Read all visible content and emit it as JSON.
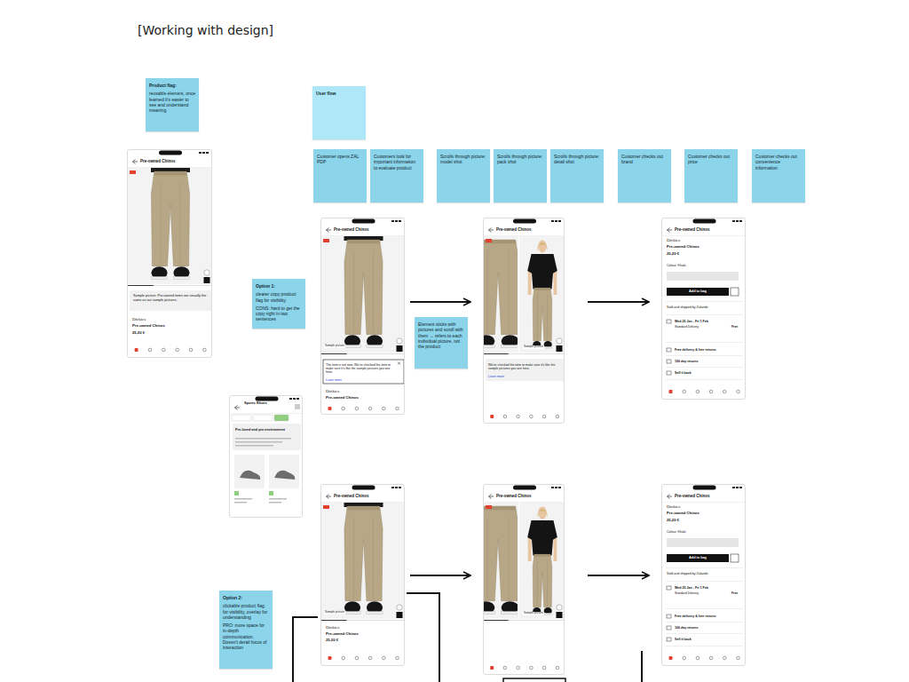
{
  "diagram": {
    "title": "[Working with design]",
    "nodes": [
      {
        "text": [
          "Product flag:",
          "reusable element, once learned it's easier to see and understand meaning"
        ]
      },
      {
        "text": [
          "Pre-owned Chinos",
          "Sample picture: Pre-owned items are visually the same as our sample pictures.",
          "Dickies",
          "Pre-owned Chinos",
          "25,20 €"
        ]
      },
      {
        "text": [
          "User flow"
        ]
      },
      {
        "text": [
          "Customer opens ZAL PDP"
        ]
      },
      {
        "text": [
          "Customers look for important information to evaluate product"
        ]
      },
      {
        "text": [
          "Scrolls through picture: model shot"
        ]
      },
      {
        "text": [
          "Scrolls through picture: pack shot"
        ]
      },
      {
        "text": [
          "Scrolls through picture: detail shot"
        ]
      },
      {
        "text": [
          "Customer checks out brand"
        ]
      },
      {
        "text": [
          "Customer checks out price"
        ]
      },
      {
        "text": [
          "Customer checks out convenience information"
        ]
      },
      {
        "text": [
          "Pre-owned Chinos",
          "Sample picture",
          "The item is not new. We've checked the item to make sure it's like the sample pictures you see here.",
          "Learn more",
          "Dickies",
          "Pre-owned Chinos"
        ]
      },
      {
        "text": [
          "Pre-owned Chinos",
          "Sample picture",
          "We've checked the item to make sure it's like the sample pictures you see here.",
          "Learn more"
        ]
      },
      {
        "text": [
          "Pre-owned Chinos",
          "Dickies",
          "Pre-owned Chinos",
          "25,20 €",
          "Colour: Khaki",
          "Add to bag",
          "Sold and shipped by Zalando",
          "Wed 25 Jan - Fri 1 Feb",
          "Standard Delivery",
          "Free",
          "Free delivery & free returns",
          "100 day returns",
          "Sell it back"
        ]
      },
      {
        "text": [
          "Option 1:",
          "clearer copy product flag for visibility",
          "CONS: hard to get the copy right in two sentences"
        ]
      },
      {
        "text": [
          "Element sticks with pictures and scroll with them → refers to each individual picture, not the product"
        ]
      },
      {
        "text": [
          "Sports Shoes",
          "Pre-loved and pre-environment"
        ]
      },
      {
        "text": [
          "Pre-owned Chinos",
          "Sample picture",
          "Dickies",
          "Pre-owned Chinos",
          "25,20 €"
        ]
      },
      {
        "text": [
          "Pre-owned Chinos",
          "Sample picture"
        ]
      },
      {
        "text": [
          "Pre-owned Chinos",
          "Dickies",
          "Pre-owned Chinos",
          "25,20 €",
          "Colour: Khaki",
          "Add to bag",
          "Sold and shipped by Zalando",
          "Wed 25 Jan - Fri 1 Feb",
          "Standard Delivery",
          "Free",
          "Free delivery & free returns",
          "100 day returns",
          "Sell it back"
        ]
      },
      {
        "text": [
          "Option 2:",
          "clickable product flag for visibility, overlay for understanding",
          "PRO: more space for in-depth communication. Doesn't derail focus of interaction"
        ]
      }
    ],
    "edges": [
      {
        "from": 11,
        "to": 12,
        "arrow": "to"
      },
      {
        "from": 12,
        "to": 13,
        "arrow": "to"
      },
      {
        "from": 17,
        "to": 18,
        "arrow": "to"
      },
      {
        "from": 18,
        "to": 19,
        "arrow": "to"
      }
    ]
  }
}
